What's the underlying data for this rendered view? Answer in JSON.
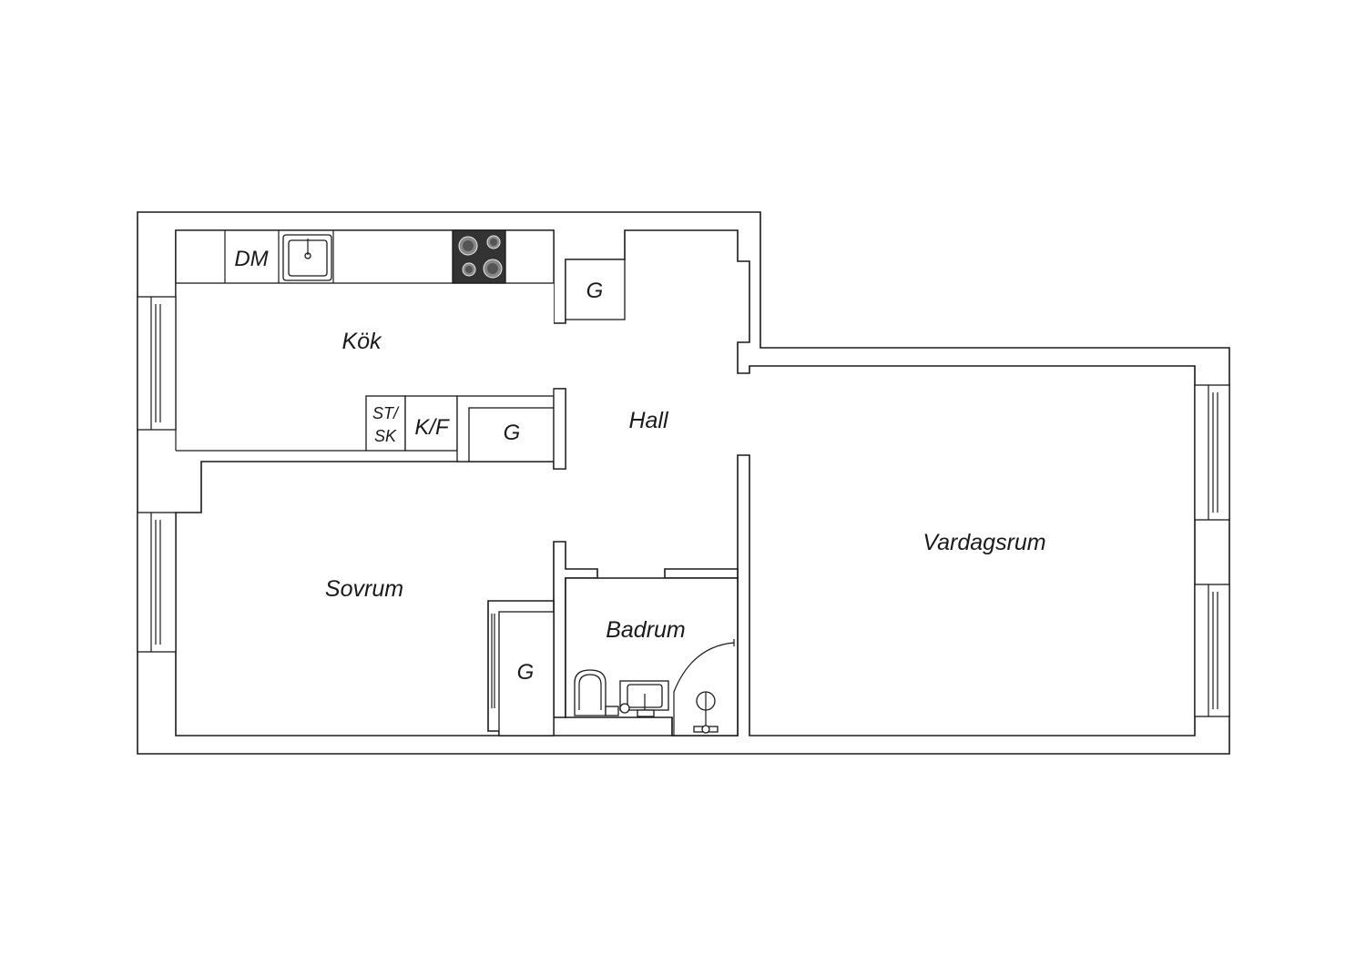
{
  "rooms": {
    "kitchen": "Kök",
    "hall": "Hall",
    "bedroom": "Sovrum",
    "bathroom": "Badrum",
    "living_room": "Vardagsrum"
  },
  "fixtures": {
    "dishwasher": "DM",
    "wardrobe": "G",
    "fridge_freezer": "K/F",
    "stove_top": "ST/",
    "stove_bottom": "SK"
  }
}
